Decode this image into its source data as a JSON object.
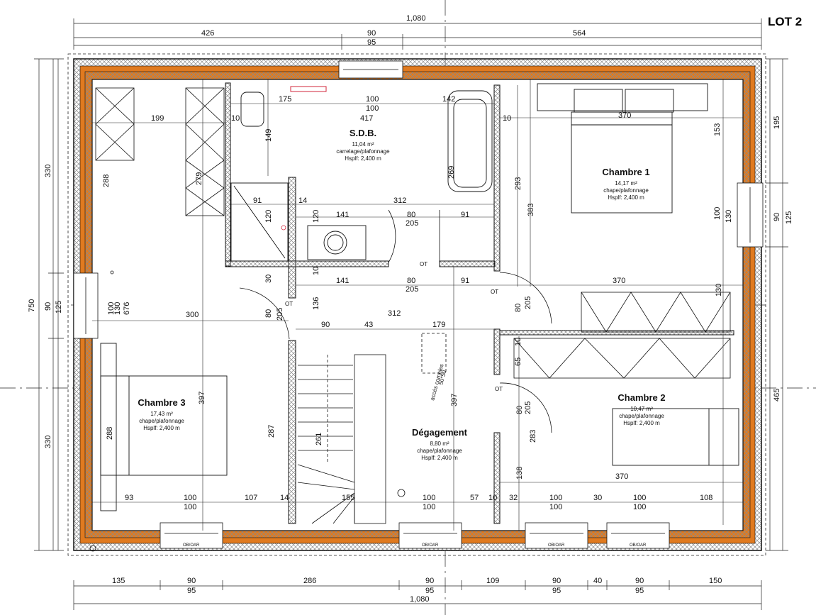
{
  "lot_label": "LOT 2",
  "colors": {
    "insulation": "#e07a1f",
    "hatch": "#9a9a9a",
    "line": "#1a1a1a"
  },
  "top_dims": {
    "total": "1,080",
    "left": "426",
    "mid_a": "90",
    "mid_b": "95",
    "right": "564"
  },
  "bottom_dims": {
    "total": "1,080",
    "segments": [
      "135",
      "286",
      "109",
      "40",
      "150"
    ],
    "openings": [
      {
        "a": "90",
        "b": "95"
      },
      {
        "a": "90",
        "b": "95"
      },
      {
        "a": "90",
        "b": "95"
      },
      {
        "a": "90",
        "b": "95"
      }
    ]
  },
  "left_dims": {
    "total": "750",
    "top": "330",
    "mid_a": "90",
    "mid_b": "125",
    "bottom": "330"
  },
  "right_dims": {
    "top": "195",
    "mid_a": "90",
    "mid_b": "125",
    "bottom": "465"
  },
  "rooms": {
    "sdb": {
      "name": "S.D.B.",
      "area": "11,04 m²",
      "finish": "carrelage/plafonnage",
      "height": "Hsplf: 2,400 m"
    },
    "chambre1": {
      "name": "Chambre 1",
      "area": "14,17 m²",
      "finish": "chape/plafonnage",
      "height": "Hsplf: 2,400 m"
    },
    "chambre2": {
      "name": "Chambre 2",
      "area": "10,47 m²",
      "finish": "chape/plafonnage",
      "height": "Hsplf: 2,400 m"
    },
    "chambre3": {
      "name": "Chambre 3",
      "area": "17,43 m²",
      "finish": "chape/plafonnage",
      "height": "Hsplf: 2,400 m"
    },
    "degagement": {
      "name": "Dégagement",
      "area": "8,80 m²",
      "finish": "chape/plafonnage",
      "height": "Hsplf: 2,400 m"
    }
  },
  "acces_combles": {
    "line1": "accès combles",
    "line2": "50*50"
  },
  "window_tag": "OB/OAR",
  "door_tag": "OT",
  "inner_dims": {
    "d175": "175",
    "d100a": "100",
    "d100b": "100",
    "d142": "142",
    "d10a": "10",
    "d417": "417",
    "d10b": "10",
    "d199": "199",
    "d370a": "370",
    "d153": "153",
    "d149": "149",
    "d288a": "288",
    "d279": "279",
    "d269": "269",
    "d293": "293",
    "d383": "383",
    "d91a": "91",
    "d14a": "14",
    "d312a": "312",
    "d120a": "120",
    "d120b": "120",
    "d141a": "141",
    "d80a": "80",
    "d205a": "205",
    "d91b": "91",
    "d100c": "100",
    "d130a": "130",
    "d30": "30",
    "d10c": "10",
    "d141b": "141",
    "d80b": "80",
    "d205b": "205",
    "d91c": "91",
    "d370b": "370",
    "d100d": "100",
    "d130b": "130",
    "d676": "676",
    "d300": "300",
    "d80c": "80",
    "d205c": "205",
    "d136": "136",
    "d312b": "312",
    "d80d": "80",
    "d205d": "205",
    "d130c": "130",
    "d90": "90",
    "d43": "43",
    "d179": "179",
    "d65": "65",
    "d10d": "10",
    "d397a": "397",
    "d288b": "288",
    "d287": "287",
    "d261": "261",
    "d397b": "397",
    "d80e": "80",
    "d205e": "205",
    "d283": "283",
    "d138": "138",
    "d370c": "370",
    "b93": "93",
    "b100a": "100",
    "b100b": "100",
    "b107": "107",
    "b14": "14",
    "b155": "155",
    "b100c": "100",
    "b100d": "100",
    "b57": "57",
    "b10": "10",
    "b32": "32",
    "b100e": "100",
    "b100f": "100",
    "b30": "30",
    "b100g": "100",
    "b100h": "100",
    "b108": "108"
  }
}
